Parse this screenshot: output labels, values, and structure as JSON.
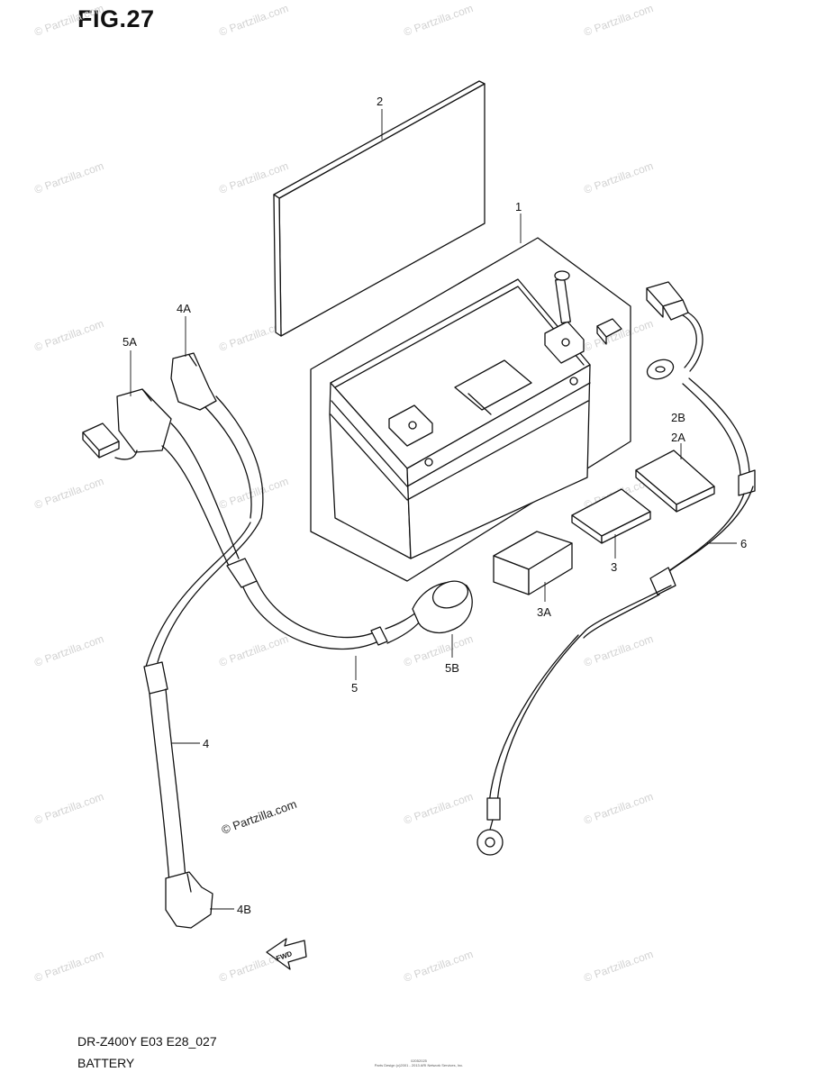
{
  "figure": {
    "title": "FIG.27",
    "footer_code": "DR-Z400Y E03 E28_027",
    "footer_name": "BATTERY",
    "footer_small_1": "02052025",
    "footer_small_2": "Parts Design (c)2001 - 2013 ARI Network Services, Inc."
  },
  "watermark": {
    "text": "© Partzilla.com",
    "center_text": "© Partzilla.com"
  },
  "callouts": {
    "p1": "1",
    "p2": "2",
    "p2A": "2A",
    "p2B": "2B",
    "p3": "3",
    "p3A": "3A",
    "p4": "4",
    "p4A": "4A",
    "p4B": "4B",
    "p5": "5",
    "p5A": "5A",
    "p5B": "5B",
    "p6": "6"
  },
  "fwd_arrow": {
    "label": "FWD"
  },
  "colors": {
    "line": "#111111",
    "watermark": "#d2d2d2"
  }
}
